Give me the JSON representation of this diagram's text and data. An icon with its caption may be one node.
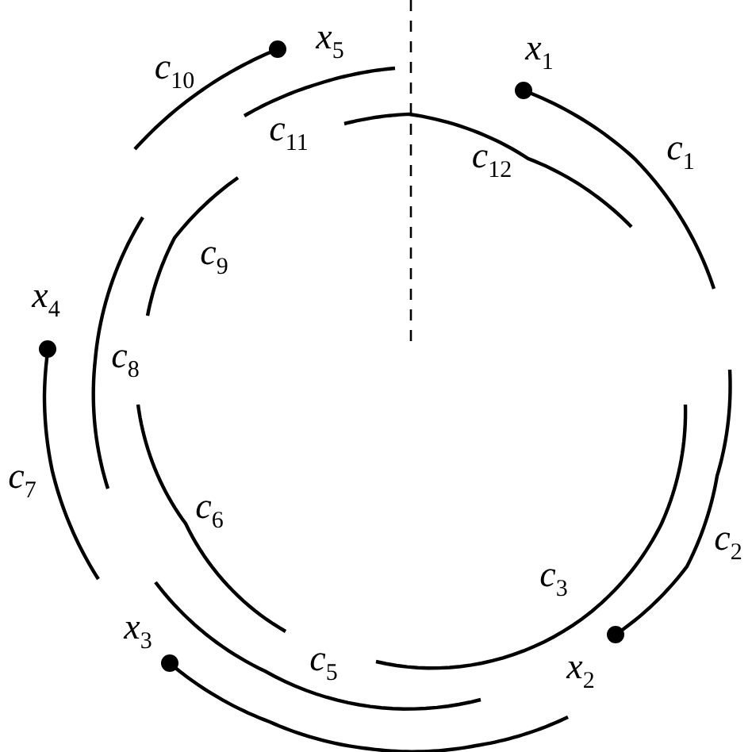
{
  "diagram": {
    "labels": [
      "*x*$_{5}$",
      "*x*$_{1}$",
      "*c*$_{10}$",
      "*c*$_{11}$",
      "*c*$_{12}$",
      "*c*$_{1}$",
      "*c*$_{9}$",
      "*x*$_{4}$",
      "*c*$_{8}$",
      "*c*$_{7}$",
      "*c*$_{6}$",
      "*c*$_{3}$",
      "*c*$_{2}$",
      "*x*$_{3}$",
      "*c*$_{5}$",
      "*x*$_{2}$"
    ]
  }
}
